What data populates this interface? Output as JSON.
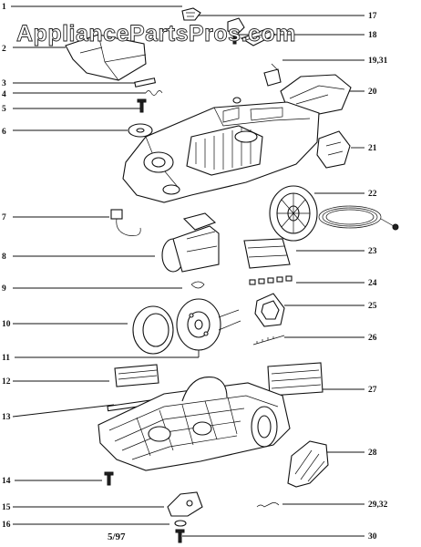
{
  "watermark": "AppliancePartsPros.com",
  "footer_code": "5/97",
  "callouts": [
    {
      "label": "1"
    },
    {
      "label": "2"
    },
    {
      "label": "3"
    },
    {
      "label": "4"
    },
    {
      "label": "5"
    },
    {
      "label": "6"
    },
    {
      "label": "7"
    },
    {
      "label": "8"
    },
    {
      "label": "9"
    },
    {
      "label": "10"
    },
    {
      "label": "11"
    },
    {
      "label": "12"
    },
    {
      "label": "13"
    },
    {
      "label": "14"
    },
    {
      "label": "15"
    },
    {
      "label": "16"
    },
    {
      "label": "17"
    },
    {
      "label": "18"
    },
    {
      "label": "19,31"
    },
    {
      "label": "20"
    },
    {
      "label": "21"
    },
    {
      "label": "22"
    },
    {
      "label": "23"
    },
    {
      "label": "24"
    },
    {
      "label": "25"
    },
    {
      "label": "26"
    },
    {
      "label": "27"
    },
    {
      "label": "28"
    },
    {
      "label": "29,32"
    },
    {
      "label": "30"
    }
  ]
}
